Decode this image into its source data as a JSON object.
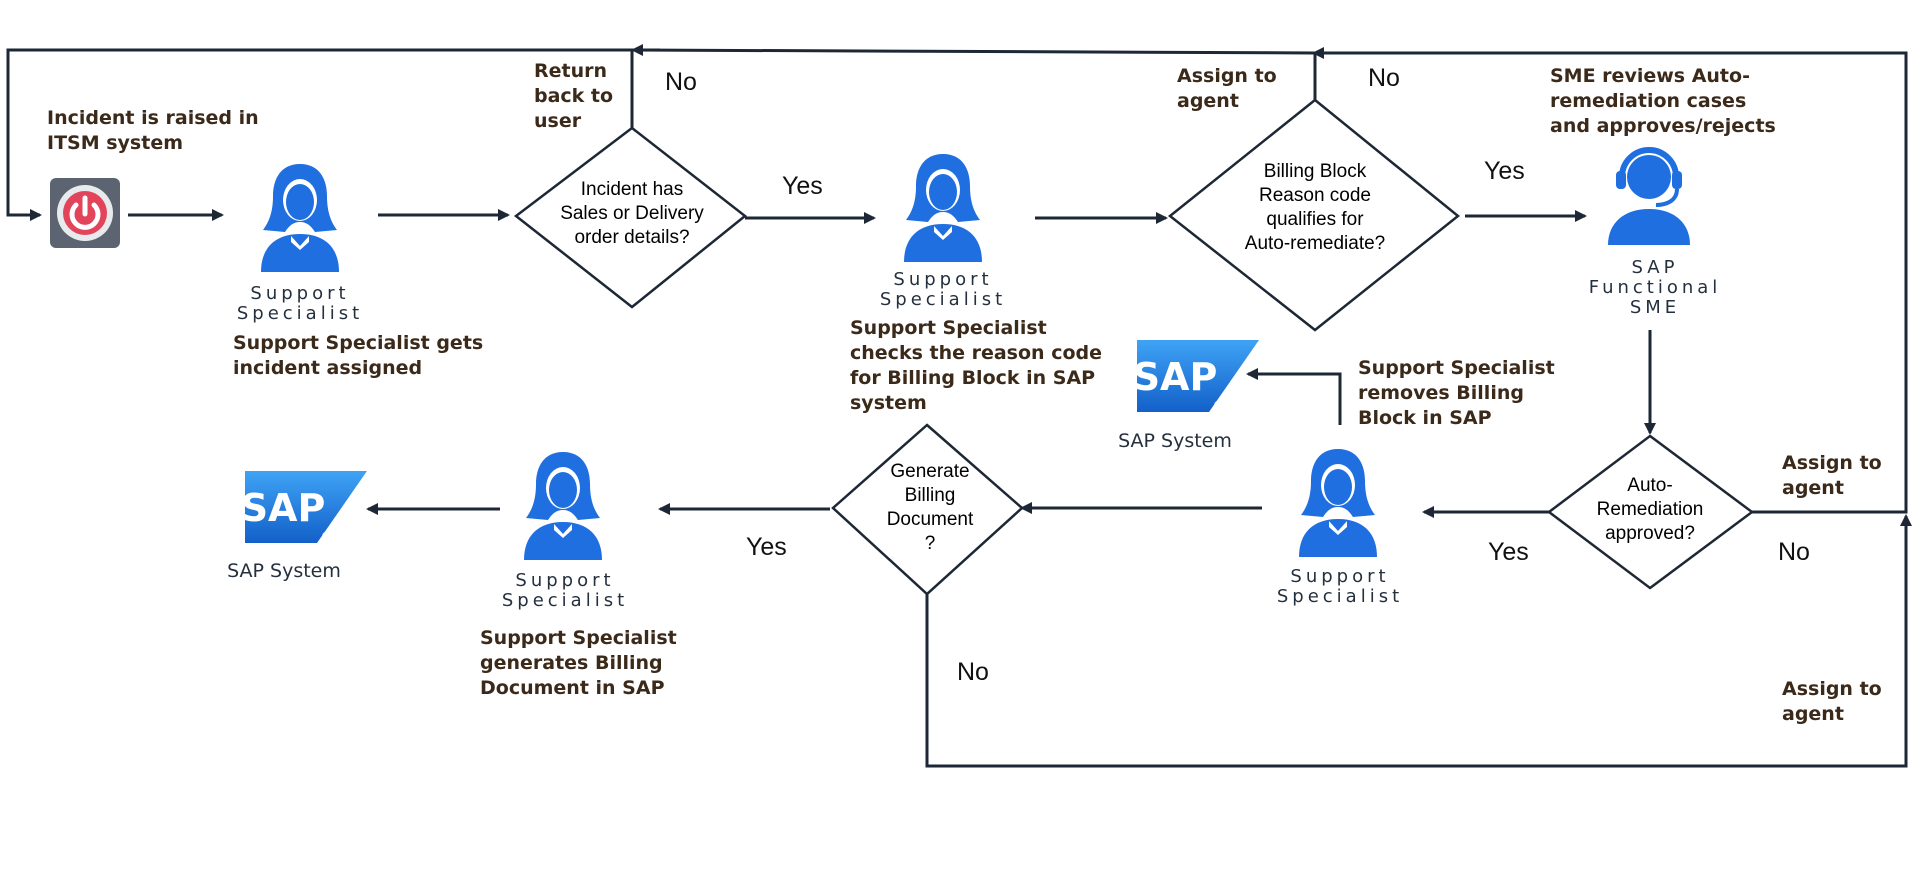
{
  "notes": {
    "incident_raised": [
      "Incident is raised in",
      "ITSM system"
    ],
    "specialist_assigned": [
      "Support Specialist gets",
      "incident assigned"
    ],
    "checks_reason": [
      "Support Specialist",
      "checks the reason code",
      "for Billing Block in SAP",
      "system"
    ],
    "removes_block": [
      "Support Specialist",
      "removes Billing",
      "Block in SAP"
    ],
    "generates_doc": [
      "Support Specialist",
      "generates Billing",
      "Document in SAP"
    ],
    "sme_reviews": [
      "SME reviews Auto-",
      "remediation cases",
      "and approves/rejects"
    ],
    "return_back": [
      "Return",
      "back to",
      "user"
    ],
    "assign_top": [
      "Assign to",
      "agent"
    ],
    "assign_right": [
      "Assign to",
      "agent"
    ],
    "assign_bottom": [
      "Assign to",
      "agent"
    ]
  },
  "edge_labels": {
    "d1_no": "No",
    "d1_yes": "Yes",
    "d2_no": "No",
    "d2_yes": "Yes",
    "d3_yes": "Yes",
    "d3_no": "No",
    "d4_yes": "Yes",
    "d4_no": "No"
  },
  "decisions": {
    "d1": [
      "Incident has",
      "Sales or Delivery",
      "order details?"
    ],
    "d2": [
      "Billing Block",
      "Reason code",
      "qualifies for",
      "Auto-remediate?"
    ],
    "d3": [
      "Auto-",
      "Remediation",
      "approved?"
    ],
    "d4": [
      "Generate",
      "Billing",
      "Document",
      "?"
    ]
  },
  "roles": {
    "specialist": [
      "Support",
      "Specialist"
    ],
    "sme": [
      "SAP",
      "Functional",
      "SME"
    ]
  },
  "systems": {
    "sap_logo_text": "SAP",
    "sap_label": "SAP System"
  },
  "colors": {
    "person_blue": "#1f6fe0",
    "line": "#1d2735",
    "power_red": "#e2445c",
    "power_bg": "#5b6470",
    "sap_blue": "#1a73d8"
  },
  "icons": {
    "person": "support-specialist-person-icon",
    "headset": "sme-headset-icon",
    "power": "power-button-icon",
    "sap": "sap-logo-icon"
  }
}
